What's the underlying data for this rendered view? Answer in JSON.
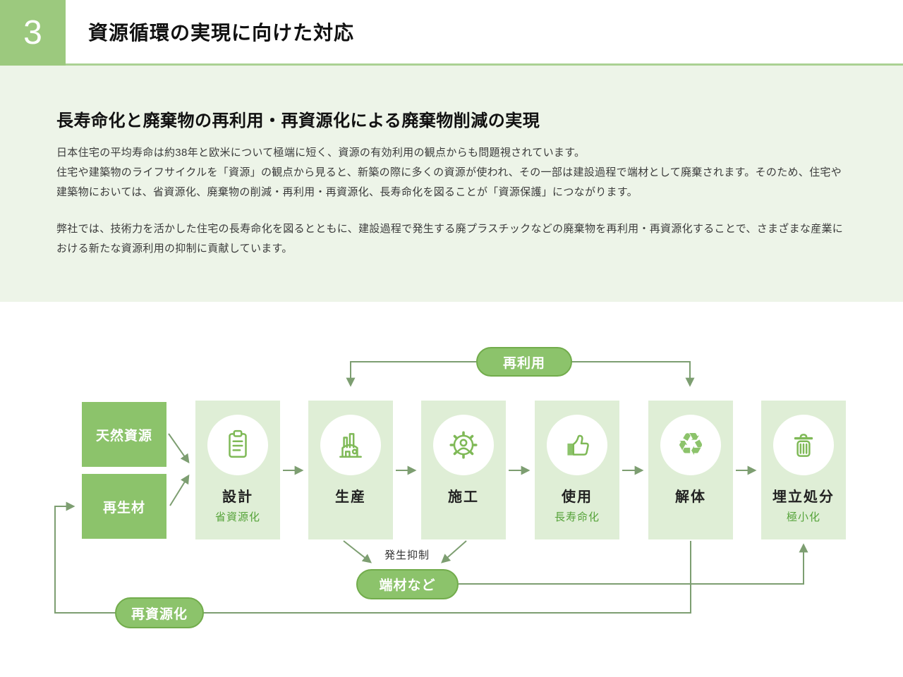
{
  "header": {
    "section_number": "3",
    "title": "資源循環の実現に向けた対応"
  },
  "intro": {
    "heading": "長寿命化と廃棄物の再利用・再資源化による廃棄物削減の実現",
    "paragraph1": "日本住宅の平均寿命は約38年と欧米について極端に短く、資源の有効利用の観点からも問題視されています。\n住宅や建築物のライフサイクルを「資源」の観点から見ると、新築の際に多くの資源が使われ、その一部は建設過程で端材として廃棄されます。そのため、住宅や建築物においては、省資源化、廃棄物の削減・再利用・再資源化、長寿命化を図ることが「資源保護」につながります。",
    "paragraph2": "弊社では、技術力を活かした住宅の長寿命化を図るとともに、建設過程で発生する廃プラスチックなどの廃棄物を再利用・再資源化することで、さまざまな産業における新たな資源利用の抑制に貢献しています。"
  },
  "diagram": {
    "sources": [
      {
        "label": "天然資源"
      },
      {
        "label": "再生材"
      }
    ],
    "stages": [
      {
        "label": "設計",
        "sublabel": "省資源化",
        "icon": "clipboard-icon"
      },
      {
        "label": "生産",
        "sublabel": "",
        "icon": "factory-icon"
      },
      {
        "label": "施工",
        "sublabel": "",
        "icon": "gear-worker-icon"
      },
      {
        "label": "使用",
        "sublabel": "長寿命化",
        "icon": "thumbs-up-icon"
      },
      {
        "label": "解体",
        "sublabel": "",
        "icon": "recycle-icon"
      },
      {
        "label": "埋立処分",
        "sublabel": "極小化",
        "icon": "trash-icon"
      }
    ],
    "connector_labels": {
      "reuse": "再利用",
      "generation_control": "発生抑制",
      "offcuts": "端材など",
      "recycle": "再資源化"
    }
  },
  "colors": {
    "accent_green": "#8cc36b",
    "pill_border_green": "#72ac4c",
    "stage_box_green": "#dfeed6",
    "number_box_green": "#9cc97e",
    "band_green": "#edf4e8",
    "line_green": "#7d9e71",
    "subtitle_green": "#55a339",
    "icon_green": "#7fb957"
  }
}
